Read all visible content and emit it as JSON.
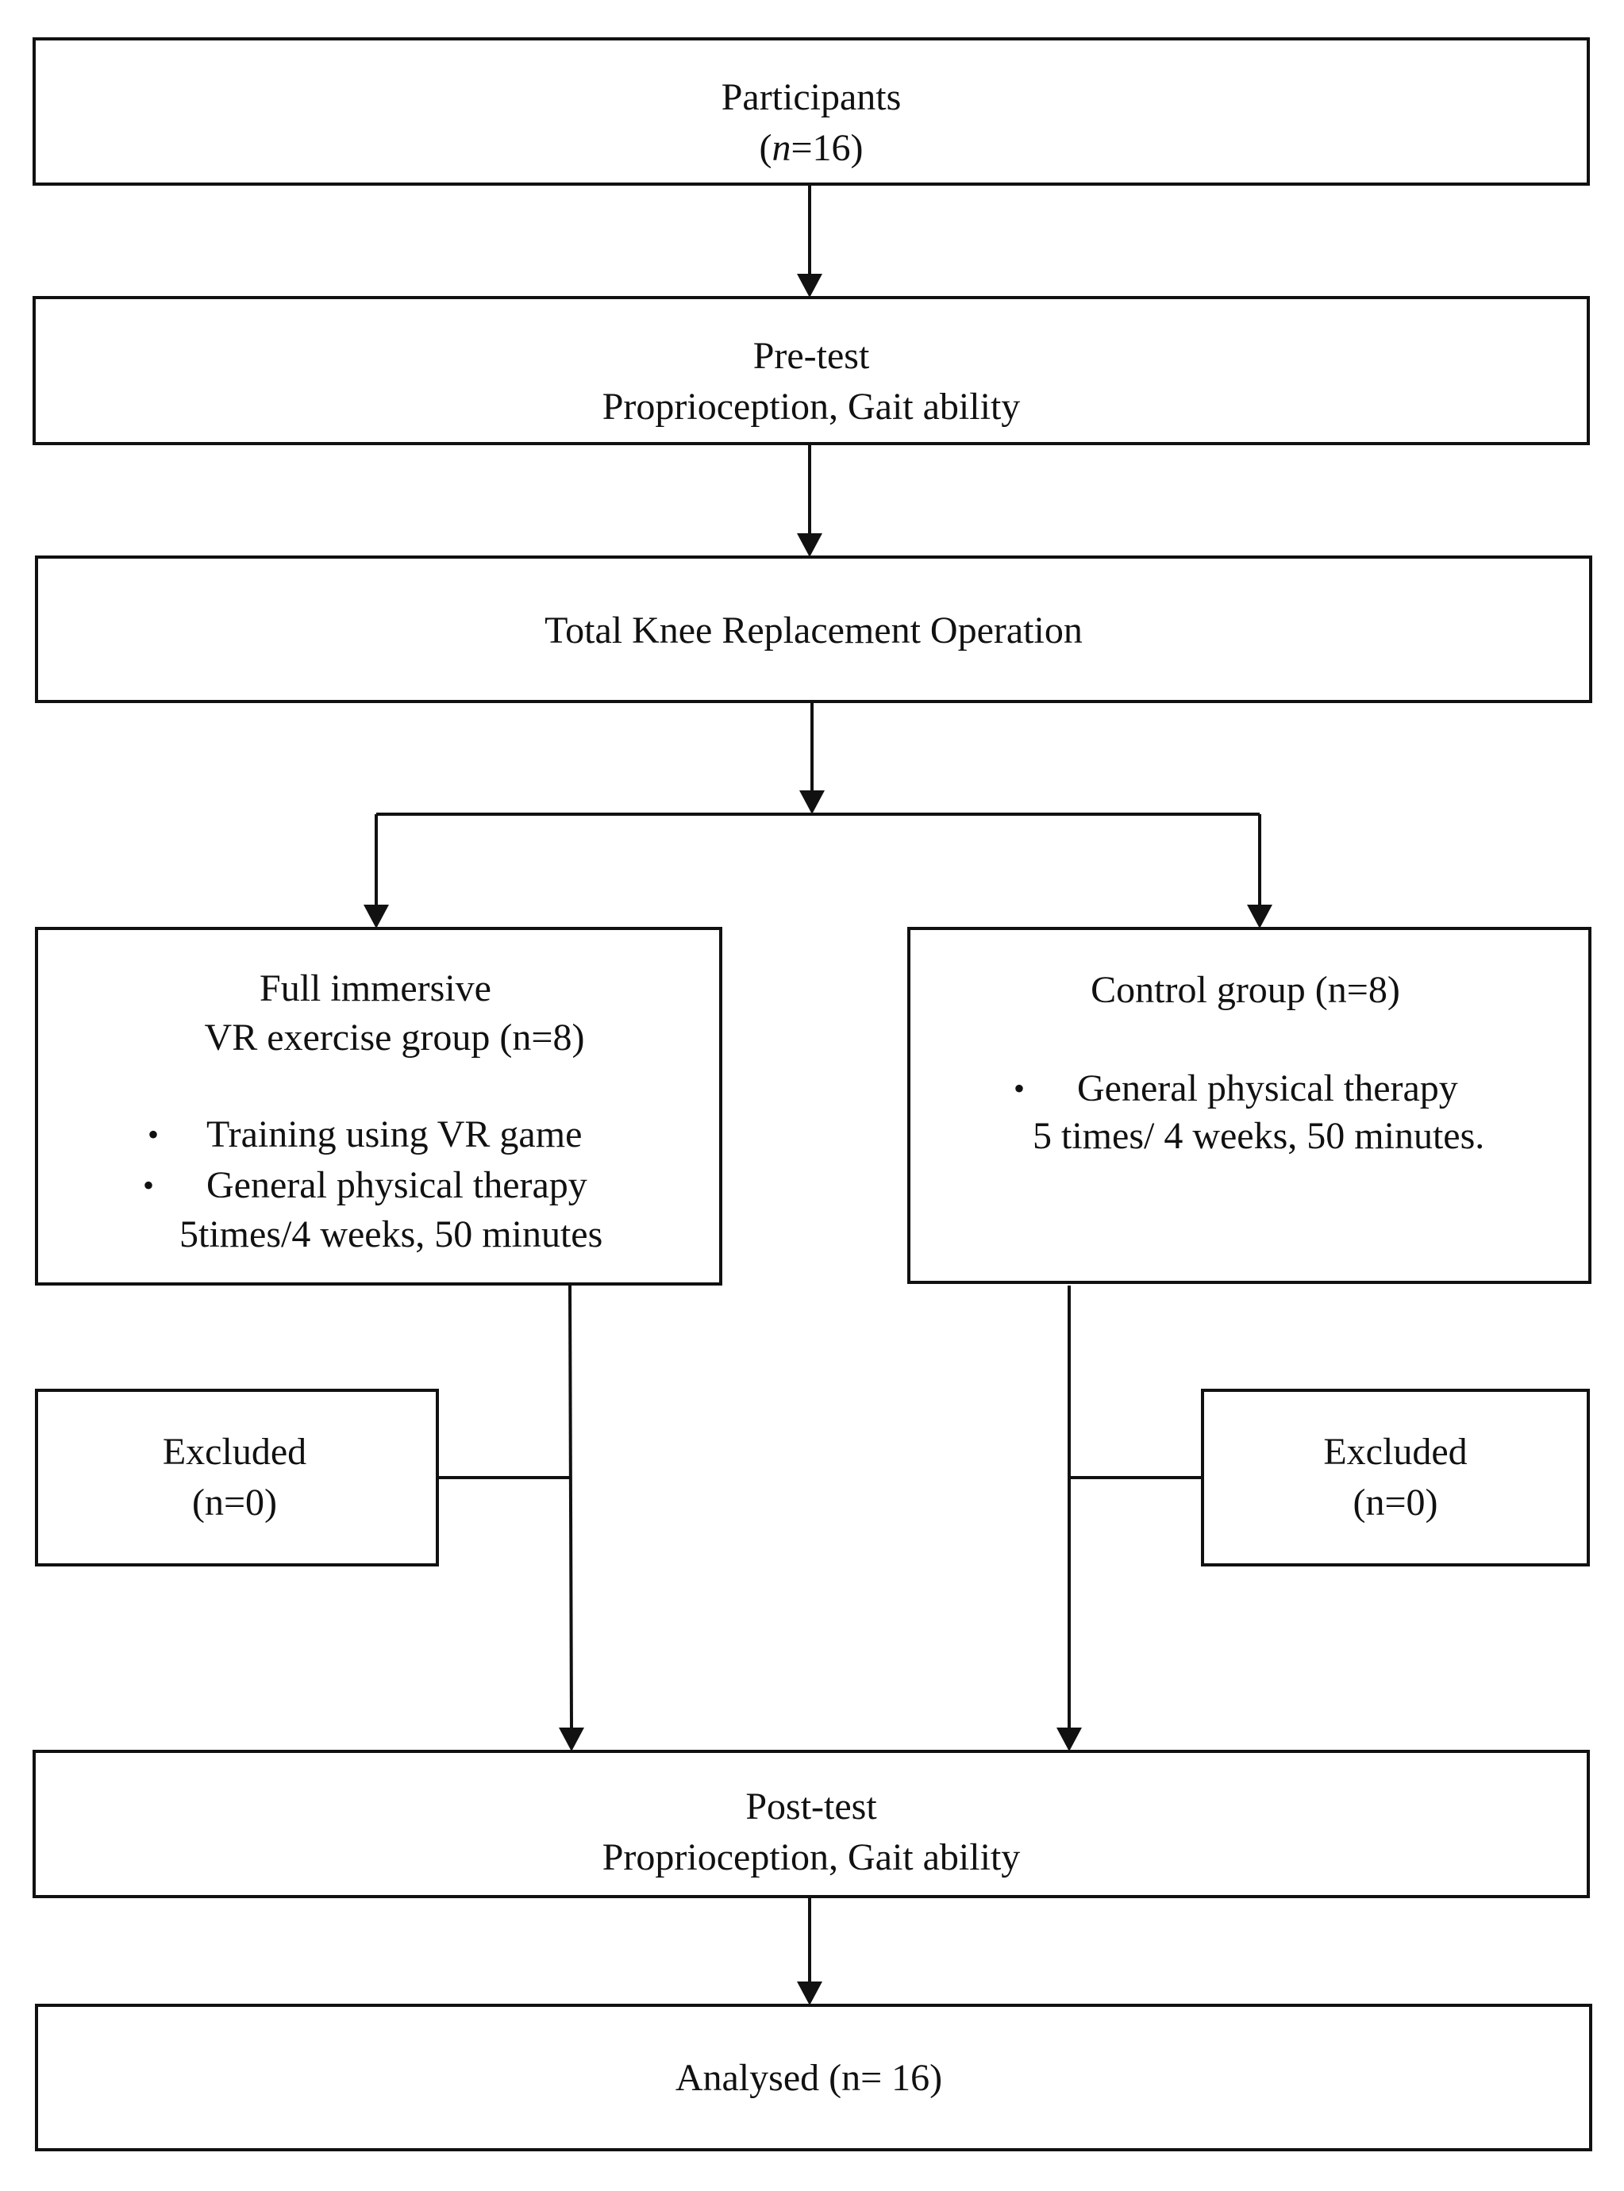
{
  "participants": {
    "label": "Participants",
    "n_italic": "n",
    "n_rest": "=16)",
    "n_open": "("
  },
  "pretest": {
    "title": "Pre-test",
    "measures": "Proprioception, Gait ability"
  },
  "operation": {
    "label": "Total Knee Replacement Operation"
  },
  "vr_group": {
    "title_line1": "Full immersive",
    "title_line2": "VR exercise group (n=8)",
    "bullets": [
      "Training using VR game",
      "General physical therapy"
    ],
    "schedule": "5times/4 weeks,  50 minutes"
  },
  "control_group": {
    "title": "Control group (n=8)",
    "bullets": [
      "General physical therapy"
    ],
    "schedule": "5 times/ 4 weeks,  50 minutes."
  },
  "excluded_left": {
    "label": "Excluded",
    "count": "(n=0)"
  },
  "excluded_right": {
    "label": "Excluded",
    "count": "(n=0)"
  },
  "posttest": {
    "title": "Post-test",
    "measures": "Proprioception, Gait ability"
  },
  "analysed": {
    "label": "Analysed  (n= 16)"
  },
  "bullet_glyph": "•",
  "colors": {
    "line": "#111111",
    "background": "#ffffff"
  }
}
